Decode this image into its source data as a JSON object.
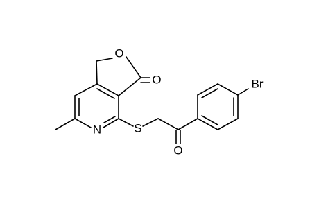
{
  "colors": {
    "background": "#ffffff",
    "bond": "#000000",
    "text": "#000000"
  },
  "atoms": {
    "ring_oxygen": "O",
    "carbonyl_oxygen_lactone": "O",
    "pyridine_nitrogen": "N",
    "sulfur": "S",
    "carbonyl_oxygen_ketone": "O",
    "bromine": "Br"
  }
}
